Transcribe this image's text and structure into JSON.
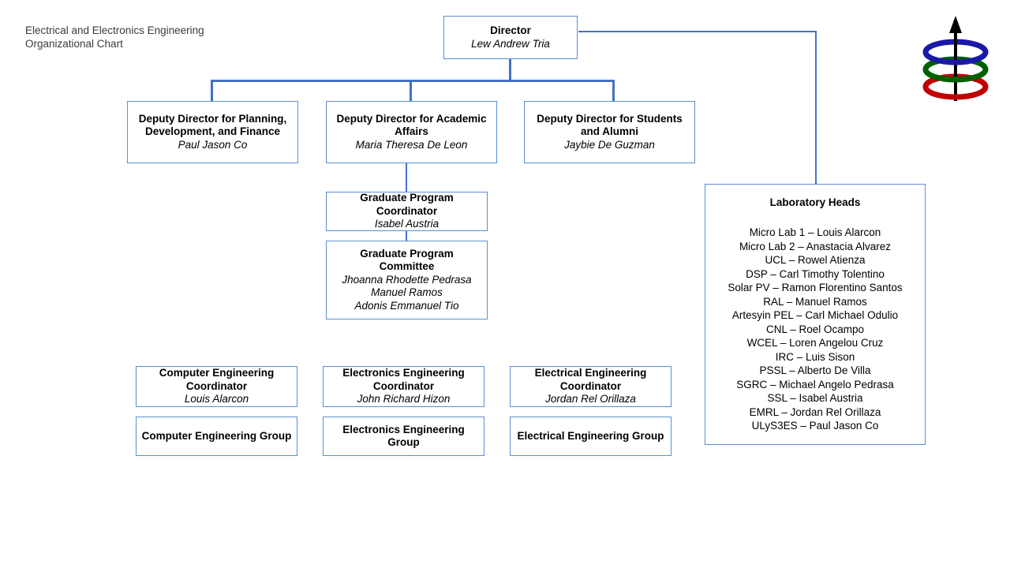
{
  "title": "Electrical and Electronics Engineering\nOrganizational Chart",
  "colors": {
    "connector": "#4472c4",
    "box_border": "#5b8fd0",
    "logo_blue": "#1a1aa8",
    "logo_green": "#006000",
    "logo_red": "#c00000",
    "text": "#000000",
    "title_text": "#3b3b3b"
  },
  "nodes": {
    "director": {
      "role": "Director",
      "person": "Lew Andrew Tria"
    },
    "deputy_planning": {
      "role": "Deputy Director for Planning,\nDevelopment, and Finance",
      "person": "Paul Jason Co"
    },
    "deputy_academic": {
      "role": "Deputy Director for Academic\nAffairs",
      "person": "Maria Theresa De Leon"
    },
    "deputy_students": {
      "role": "Deputy Director for Students\nand Alumni",
      "person": "Jaybie De Guzman"
    },
    "grad_coordinator": {
      "role": "Graduate Program\nCoordinator",
      "person": "Isabel Austria"
    },
    "grad_committee": {
      "role": "Graduate Program  Committee",
      "person": "Jhoanna Rhodette Pedrasa\nManuel Ramos\nAdonis Emmanuel Tio"
    },
    "compe_coordinator": {
      "role": "Computer Engineering\nCoordinator",
      "person": "Louis Alarcon"
    },
    "compe_group": {
      "role": "Computer Engineering Group",
      "person": ""
    },
    "ece_coordinator": {
      "role": "Electronics Engineering\nCoordinator",
      "person": "John Richard Hizon"
    },
    "ece_group": {
      "role": "Electronics Engineering Group",
      "person": ""
    },
    "ee_coordinator": {
      "role": "Electrical Engineering\nCoordinator",
      "person": "Jordan Rel Orillaza"
    },
    "ee_group": {
      "role": "Electrical Engineering Group",
      "person": ""
    }
  },
  "laboratory_heads": {
    "title": "Laboratory Heads",
    "entries": [
      "Micro Lab 1 – Louis Alarcon",
      "Micro Lab 2 – Anastacia Alvarez",
      "UCL –  Rowel Atienza",
      "DSP –  Carl Timothy Tolentino",
      "Solar PV – Ramon Florentino Santos",
      "RAL –  Manuel Ramos",
      "Artesyin PEL – Carl Michael Odulio",
      "CNL –  Roel Ocampo",
      "WCEL – Loren Angelou Cruz",
      "IRC – Luis Sison",
      "PSSL – Alberto De Villa",
      "SGRC – Michael Angelo Pedrasa",
      "SSL – Isabel Austria",
      "EMRL – Jordan Rel Orillaza",
      "ULyS3ES  – Paul Jason Co"
    ]
  },
  "logo": {
    "name": "eee-arrow-rings-logo",
    "description": "upward arrow through three stacked rings"
  }
}
